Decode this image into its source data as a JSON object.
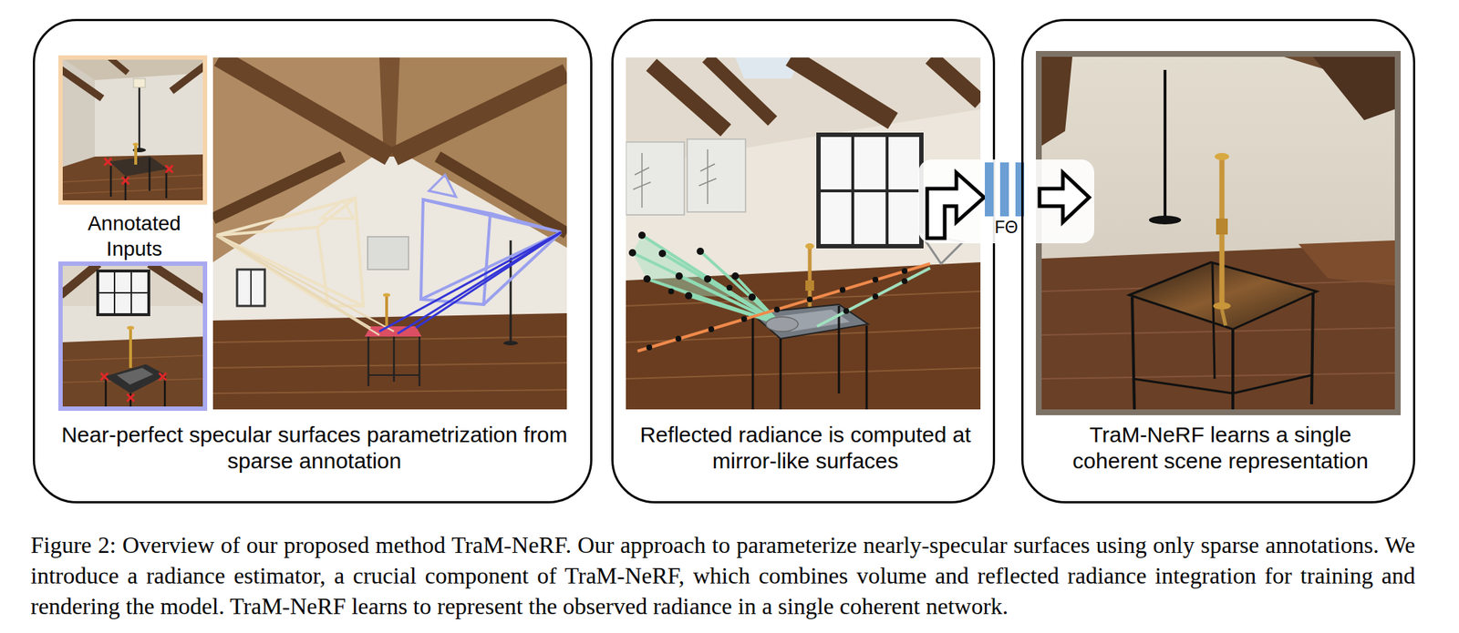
{
  "diagram": {
    "caption": "Figure 2: Overview of our proposed method TraM-NeRF. Our approach to parameterize nearly-specular surfaces using only sparse annotations. We introduce a radiance estimator, a crucial component of TraM-NeRF, which combines volume and reflected radiance integration for training and rendering the model. TraM-NeRF learns to represent the observed radiance in a single coherent network.",
    "nodes": [
      {
        "text": [
          "Annotated Inputs",
          "Near-perfect specular surfaces parametrization from sparse annotation"
        ]
      },
      {
        "text": [
          "Reflected radiance is computed at mirror-like surfaces"
        ]
      },
      {
        "text": [
          "FΘ"
        ]
      },
      {
        "text": [
          "TraM-NeRF learns a single coherent scene representation"
        ]
      }
    ]
  }
}
